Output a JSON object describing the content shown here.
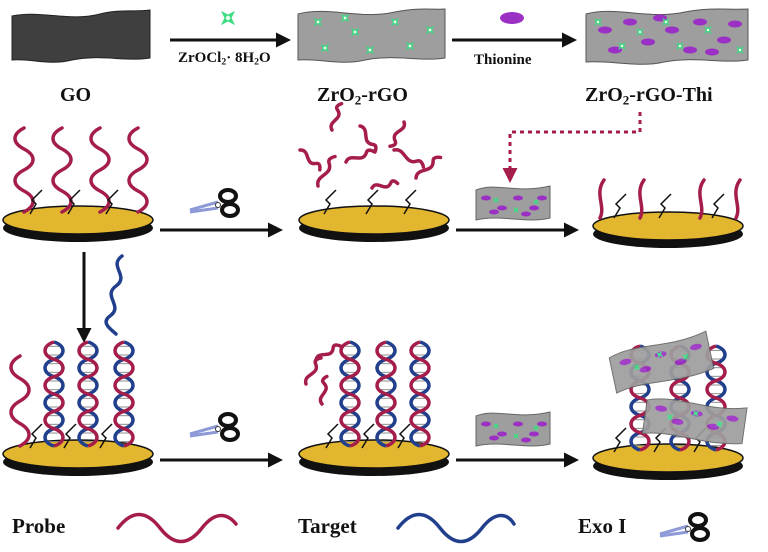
{
  "labels": {
    "go": "GO",
    "zro2_rgo_prefix": "ZrO",
    "zro2_rgo_sub": "2",
    "zro2_rgo_suffix": "-rGO",
    "zro2_rgo_thi_prefix": "ZrO",
    "zro2_rgo_thi_sub": "2",
    "zro2_rgo_thi_suffix": "-rGO-Thi",
    "reagent_zr_prefix": "ZrOCl",
    "reagent_zr_sub1": "2",
    "reagent_zr_mid": "· 8H",
    "reagent_zr_sub2": "2",
    "reagent_zr_suffix": "O",
    "reagent_thionine": "Thionine"
  },
  "legend": {
    "probe": "Probe",
    "target": "Target",
    "exo": "Exo I"
  },
  "colors": {
    "probe_strand": "#a51d4a",
    "target_strand": "#213f8c",
    "electrode": "#e2b62e",
    "electrode_edge": "#111111",
    "go_sheet": "#3f3f3f",
    "rgo_sheet": "#9e9e9e",
    "zro2_particle": "#3ddc84",
    "thionine": "#9b30c4",
    "arrow": "#111111",
    "dotted_arrow": "#a51d4a",
    "scissors_blade": "#8e9ad8",
    "scissors_handle": "#111111"
  }
}
